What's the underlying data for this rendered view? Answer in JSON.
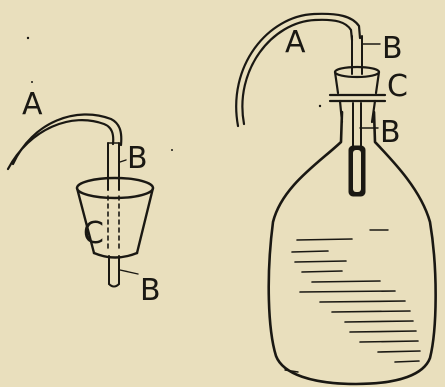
{
  "figure": {
    "left_apparatus": {
      "tube_label": "A",
      "upper_tube_label": "B",
      "stopper_label": "C",
      "lower_tube_label": "B"
    },
    "right_apparatus": {
      "tube_label": "A",
      "upper_tube_label": "B",
      "stopper_label": "C",
      "lower_tube_label": "B"
    }
  },
  "colors": {
    "paper": "#e9dfbd",
    "ink": "#1a1813"
  }
}
